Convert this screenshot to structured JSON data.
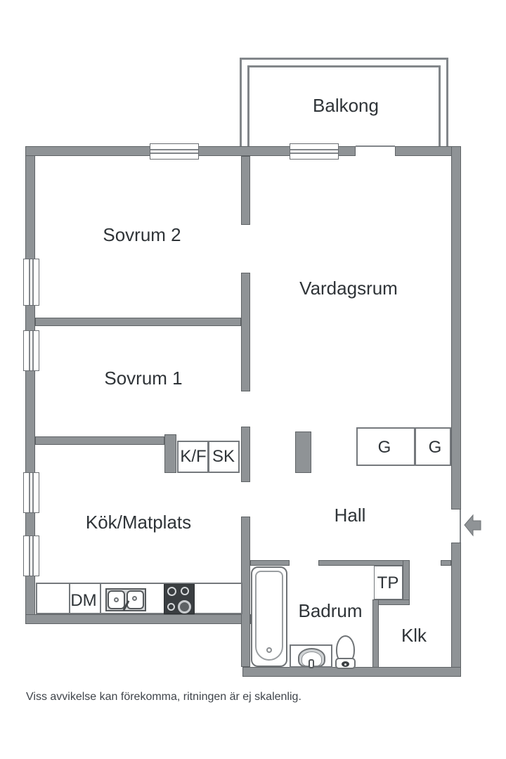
{
  "rooms": {
    "balcony": "Balkong",
    "bedroom2": "Sovrum 2",
    "livingroom": "Vardagsrum",
    "bedroom1": "Sovrum 1",
    "kitchen": "Kök/Matplats",
    "hall": "Hall",
    "bathroom": "Badrum",
    "walk_in_closet": "Klk"
  },
  "fixtures": {
    "fridge_freezer": "K/F",
    "tall_cabinet": "SK",
    "wardrobe_left": "G",
    "wardrobe_right": "G",
    "dishwasher": "DM",
    "utility_cabinet": "TP"
  },
  "footer": {
    "disclaimer": "Viss avvikelse kan förekomma, ritningen är ej skalenlig."
  },
  "colors": {
    "wall_fill": "#8f9396",
    "wall_border": "#5f6366",
    "line": "#82868a",
    "text": "#2f3438",
    "footer_text": "#3f444a",
    "background": "#ffffff"
  }
}
